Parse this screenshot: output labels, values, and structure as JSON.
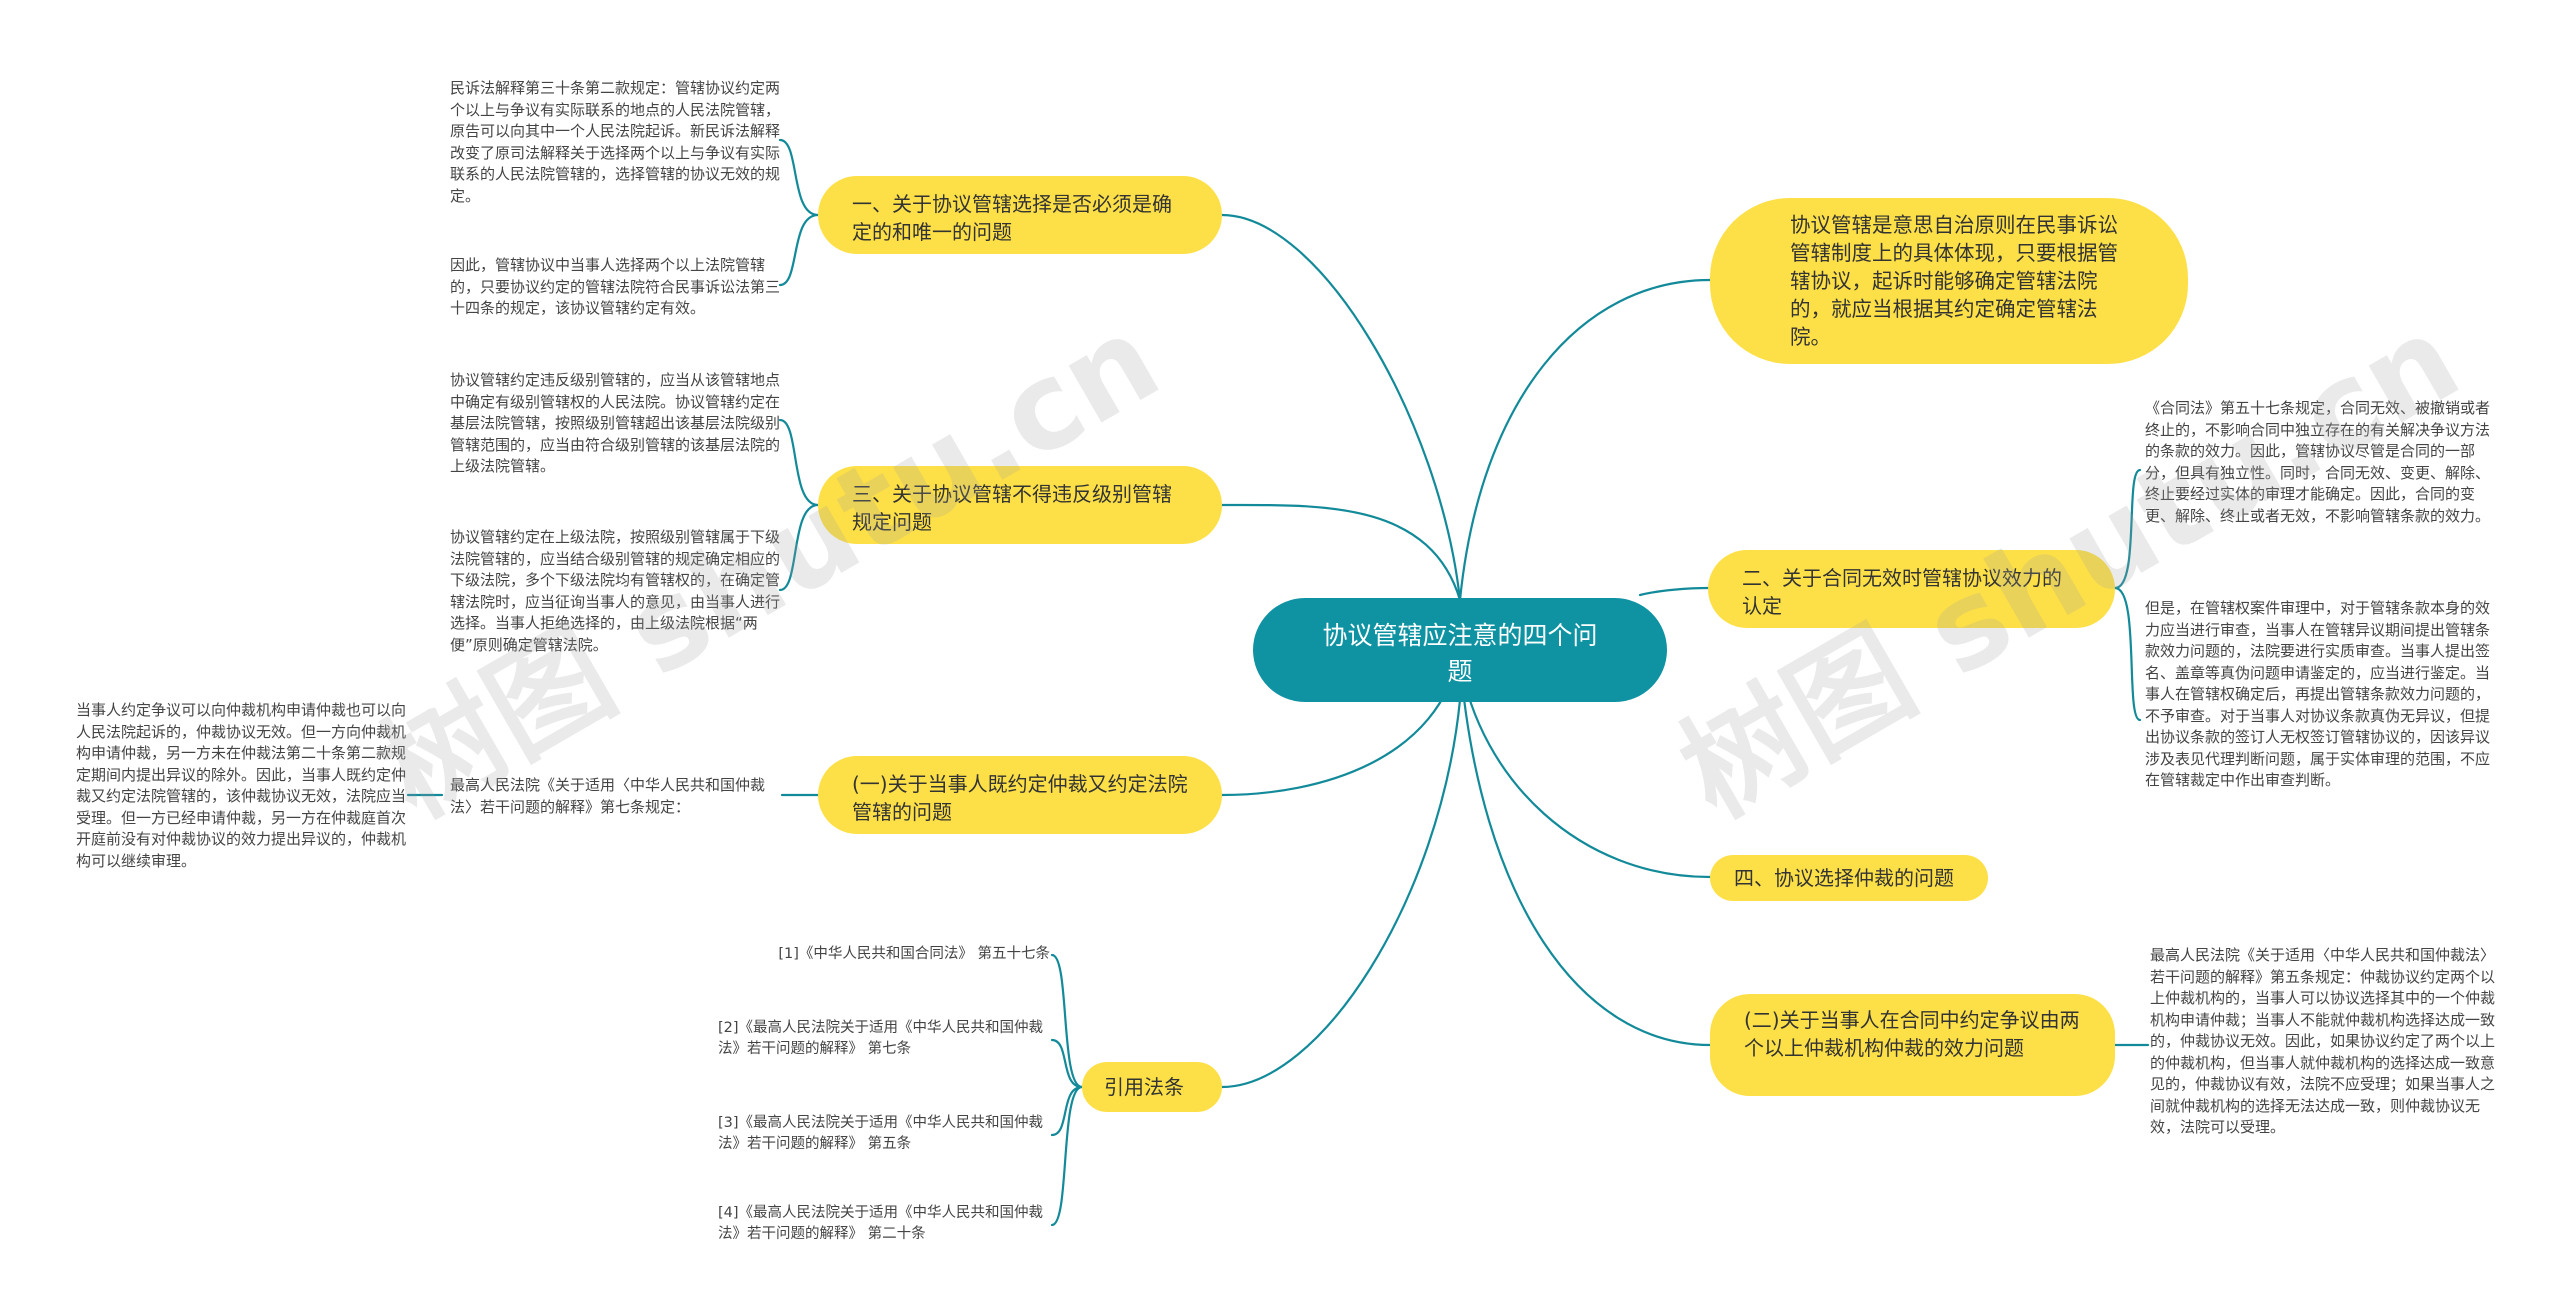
{
  "root": {
    "title": "协议管辖应注意的四个问题"
  },
  "branches": {
    "b1": "一、关于协议管辖选择是否必须是确定的和唯一的问题",
    "b3": "三、关于协议管辖不得违反级别管辖规定问题",
    "b_arb1": "(一)关于当事人既约定仲裁又约定法院管辖的问题",
    "b_law": "引用法条",
    "b_def": "协议管辖是意思自治原则在民事诉讼管辖制度上的具体体现，只要根据管辖协议，起诉时能够确定管辖法院的，就应当根据其约定确定管辖法院。",
    "b2": "二、关于合同无效时管辖协议效力的认定",
    "b4": "四、协议选择仲裁的问题",
    "b_arb2": "(二)关于当事人在合同中约定争议由两个以上仲裁机构仲裁的效力问题"
  },
  "leaves": {
    "l1a": "民诉法解释第三十条第二款规定：管辖协议约定两个以上与争议有实际联系的地点的人民法院管辖，原告可以向其中一个人民法院起诉。新民诉法解释改变了原司法解释关于选择两个以上与争议有实际联系的人民法院管辖的，选择管辖的协议无效的规定。",
    "l1b": "因此，管辖协议中当事人选择两个以上法院管辖的，只要协议约定的管辖法院符合民事诉讼法第三十四条的规定，该协议管辖约定有效。",
    "l3a": "协议管辖约定违反级别管辖的，应当从该管辖地点中确定有级别管辖权的人民法院。协议管辖约定在基层法院管辖，按照级别管辖超出该基层法院级别管辖范围的，应当由符合级别管辖的该基层法院的上级法院管辖。",
    "l3b": "协议管辖约定在上级法院，按照级别管辖属于下级法院管辖的，应当结合级别管辖的规定确定相应的下级法院，多个下级法院均有管辖权的，在确定管辖法院时，应当征询当事人的意见，由当事人进行选择。当事人拒绝选择的，由上级法院根据“两便”原则确定管辖法院。",
    "l_arb1a": "最高人民法院《关于适用〈中华人民共和国仲裁法〉若干问题的解释》第七条规定：",
    "l_arb1b": "当事人约定争议可以向仲裁机构申请仲裁也可以向人民法院起诉的，仲裁协议无效。但一方向仲裁机构申请仲裁，另一方未在仲裁法第二十条第二款规定期间内提出异议的除外。因此，当事人既约定仲裁又约定法院管辖的，该仲裁协议无效，法院应当受理。但一方已经申请仲裁，另一方在仲裁庭首次开庭前没有对仲裁协议的效力提出异议的，仲裁机构可以继续审理。",
    "law1": "[1]《中华人民共和国合同法》 第五十七条",
    "law2": "[2]《最高人民法院关于适用《中华人民共和国仲裁法》若干问题的解释》 第七条",
    "law3": "[3]《最高人民法院关于适用《中华人民共和国仲裁法》若干问题的解释》 第五条",
    "law4": "[4]《最高人民法院关于适用《中华人民共和国仲裁法》若干问题的解释》 第二十条",
    "l2a": "《合同法》第五十七条规定，合同无效、被撤销或者终止的，不影响合同中独立存在的有关解决争议方法的条款的效力。因此，管辖协议尽管是合同的一部分，但具有独立性。同时，合同无效、变更、解除、终止要经过实体的审理才能确定。因此，合同的变更、解除、终止或者无效，不影响管辖条款的效力。",
    "l2b": "但是，在管辖权案件审理中，对于管辖条款本身的效力应当进行审查，当事人在管辖异议期间提出管辖条款效力问题的，法院要进行实质审查。当事人提出签名、盖章等真伪问题申请鉴定的，应当进行鉴定。当事人在管辖权确定后，再提出管辖条款效力问题的，不予审查。对于当事人对协议条款真伪无异议，但提出协议条款的签订人无权签订管辖协议的，因该异议涉及表见代理判断问题，属于实体审理的范围，不应在管辖裁定中作出审查判断。",
    "l_arb2": "最高人民法院《关于适用〈中华人民共和国仲裁法〉若干问题的解释》第五条规定：仲裁协议约定两个以上仲裁机构的，当事人可以协议选择其中的一个仲裁机构申请仲裁；当事人不能就仲裁机构选择达成一致的，仲裁协议无效。因此，如果协议约定了两个以上的仲裁机构，但当事人就仲裁机构的选择达成一致意见的，仲裁协议有效，法院不应受理；如果当事人之间就仲裁机构的选择无法达成一致，则仲裁协议无效，法院可以受理。"
  },
  "watermark": [
    "树图 shutu.cn",
    "树图 shutu.cn"
  ],
  "colors": {
    "root": "#0f93a3",
    "branch": "#fde047",
    "edge": "#138a99",
    "text": "#333333"
  }
}
